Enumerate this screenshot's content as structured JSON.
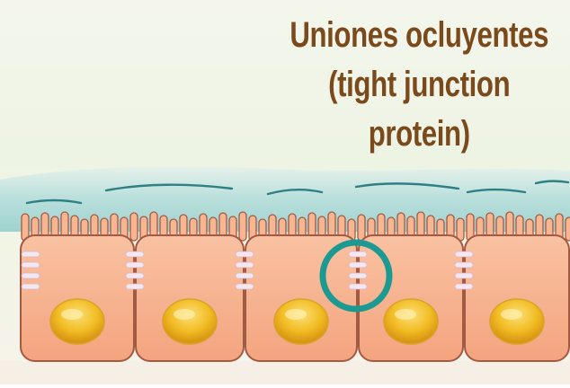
{
  "title": {
    "lines": [
      "Uniones ocluyentes",
      "(tight junction",
      "protein)"
    ]
  },
  "diagram": {
    "cells": 5,
    "highlighted_junction": 3,
    "colors": {
      "background": "#f3f6ea",
      "lumen": "#bfe0dc",
      "cell_fill": "#f7b28f",
      "cell_edge": "#a35a43",
      "nucleus": "#f0b61f",
      "junction": "#f4e7ef",
      "highlight": "#1c9a92",
      "title": "#7a4a1c"
    }
  }
}
